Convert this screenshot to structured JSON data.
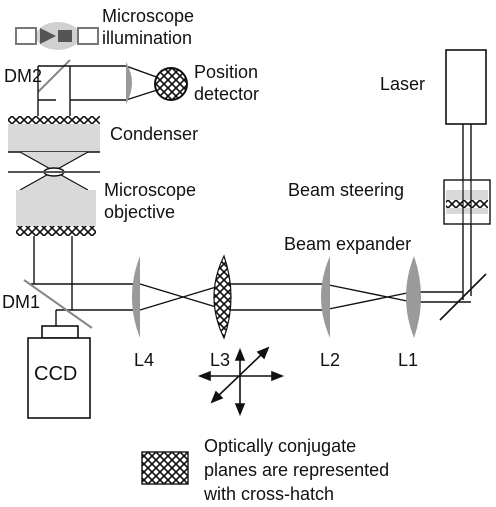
{
  "labels": {
    "microscope_illumination_1": "Microscope",
    "microscope_illumination_2": "illumination",
    "dm2": "DM2",
    "position_detector_1": "Position",
    "position_detector_2": "detector",
    "condenser": "Condenser",
    "microscope_objective_1": "Microscope",
    "microscope_objective_2": "objective",
    "laser": "Laser",
    "beam_steering": "Beam steering",
    "beam_expander": "Beam expander",
    "dm1": "DM1",
    "ccd": "CCD",
    "l4": "L4",
    "l3": "L3",
    "l2": "L2",
    "l1": "L1",
    "legend_line1": "Optically conjugate",
    "legend_line2": "planes are represented",
    "legend_line3": "with cross-hatch"
  },
  "colors": {
    "lens_fill": "#9a9a9a",
    "housing_fill": "#d9d9d9",
    "line": "#111111"
  }
}
